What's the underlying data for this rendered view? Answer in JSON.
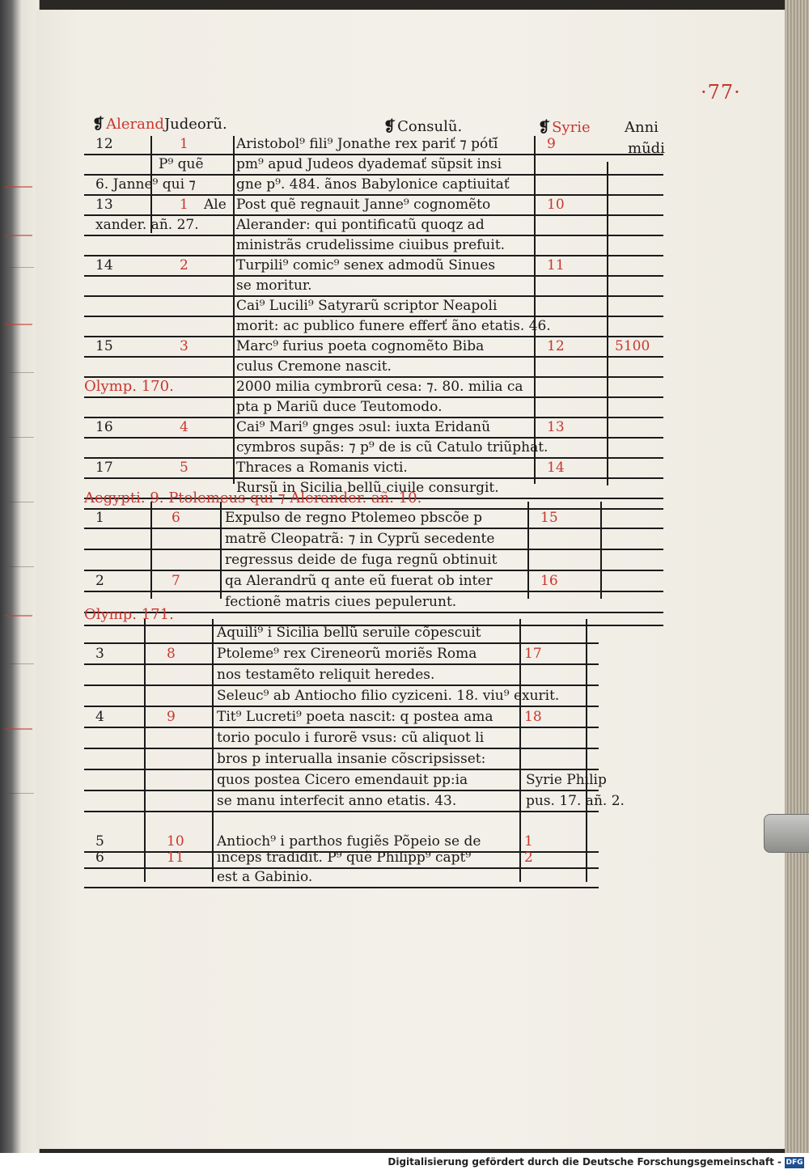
{
  "folio": "·77·",
  "header": {
    "col1": "Alerand",
    "col1b": "Judeorũ.",
    "col2": "Consulũ.",
    "col3": "Syrie",
    "col4a": "Anni",
    "col4b": "mũdi"
  },
  "rows": [
    {
      "a": "12",
      "b": "1",
      "text": "Aristobol⁹ fili⁹ Jonathe rex pariť ⁊ pótí̄",
      "c": "9",
      "d": ""
    },
    {
      "a": "",
      "b": "P⁹ quẽ",
      "text": "pm⁹ apud Judeos dyademať sũpsit insi",
      "c": "",
      "d": ""
    },
    {
      "a": "6. Janne⁹ qui ⁊",
      "b": "",
      "text": "gne p⁹. 484. ãnos Babylonice captiuitať",
      "c": "",
      "d": ""
    },
    {
      "a": "13",
      "b": "1",
      "b2": "Ale",
      "text": "Post quẽ regnauit Janne⁹ cognomẽto",
      "c": "10",
      "d": ""
    },
    {
      "a": "xander. añ. 27.",
      "b": "",
      "text": "Alerander: qui pontificatũ quoqz ad",
      "c": "",
      "d": ""
    },
    {
      "a": "",
      "b": "",
      "text": "ministrãs crudelissime ciuibus prefuit.",
      "c": "",
      "d": ""
    },
    {
      "a": "14",
      "b": "2",
      "text": "Turpili⁹ comic⁹ senex admodũ Sinues",
      "c": "11",
      "d": ""
    },
    {
      "a": "",
      "b": "",
      "text": "se moritur.",
      "c": "",
      "d": ""
    },
    {
      "a": "",
      "b": "",
      "text": "Cai⁹ Lucili⁹ Satyrarũ scriptor Neapoli",
      "c": "",
      "d": ""
    },
    {
      "a": "",
      "b": "",
      "text": "morit: ac publico funere efferť ãno etatis. 46.",
      "c": "",
      "d": ""
    },
    {
      "a": "15",
      "b": "3",
      "text": "Marc⁹ furius poeta cognomẽto Biba",
      "c": "12",
      "d": "5100"
    },
    {
      "a": "",
      "b": "",
      "text": "culus Cremone nascit.",
      "c": "",
      "d": ""
    },
    {
      "a": "Olymp. 170.",
      "b": "",
      "text": "2000 milia cymbrorũ cesa: ⁊. 80. milia ca",
      "c": "",
      "d": ""
    },
    {
      "a": "",
      "b": "",
      "text": "pta p Mariũ duce Teutomodo.",
      "c": "",
      "d": ""
    },
    {
      "a": "16",
      "b": "4",
      "text": "Cai⁹ Mari⁹ gnges ɔsul: iuxta Eridanũ",
      "c": "13",
      "d": ""
    },
    {
      "a": "",
      "b": "",
      "text": "cymbros supãs: ⁊ p⁹ de is cũ Catulo triũphat.",
      "c": "",
      "d": ""
    },
    {
      "a": "17",
      "b": "5",
      "text": "Thraces a Romanis victi.",
      "c": "14",
      "d": ""
    },
    {
      "a": "",
      "b": "",
      "text": "Rursũ in Sicilia bellũ ciuile consurgit.",
      "c": "",
      "d": ""
    },
    {
      "a": "Aegypti. 9. Ptolemeus qui ⁊ Alerander. añ. 10.",
      "b": "",
      "text": "",
      "c": "",
      "d": ""
    },
    {
      "a": "1",
      "b": "6",
      "text": "Expulso de regno Ptolemeo pbscõe p",
      "c": "15",
      "d": ""
    },
    {
      "a": "",
      "b": "",
      "text": "matrẽ Cleopatrã: ⁊ in Cyprũ secedente",
      "c": "",
      "d": ""
    },
    {
      "a": "",
      "b": "",
      "text": "regressus deide de fuga regnũ obtinuit",
      "c": "",
      "d": ""
    },
    {
      "a": "2",
      "b": "7",
      "text": "qa Alerandrũ q ante eũ fuerat ob inter",
      "c": "16",
      "d": ""
    },
    {
      "a": "",
      "b": "",
      "text": "fectionẽ matris ciues pepulerunt.",
      "c": "",
      "d": ""
    },
    {
      "a": "Olymp. 171.",
      "b": "",
      "text": "",
      "c": "",
      "d": ""
    },
    {
      "a": "",
      "b": "",
      "text": "Aquili⁹ i Sicilia bellũ seruile cõpescuit",
      "c": "",
      "d": ""
    },
    {
      "a": "3",
      "b": "8",
      "text": "Ptoleme⁹ rex Cireneorũ moriẽs Roma",
      "c": "17",
      "d": ""
    },
    {
      "a": "",
      "b": "",
      "text": "nos testamẽto reliquit heredes.",
      "c": "",
      "d": ""
    },
    {
      "a": "",
      "b": "",
      "text": "Seleuc⁹ ab Antiocho filio cyziceni. 18. viu⁹ exurit.",
      "c": "",
      "d": ""
    },
    {
      "a": "4",
      "b": "9",
      "text": "Tit⁹ Lucreti⁹ poeta nascit: q postea ama",
      "c": "18",
      "d": ""
    },
    {
      "a": "",
      "b": "",
      "text": "torio poculo i furorẽ vsus: cũ aliquot li",
      "c": "",
      "d": ""
    },
    {
      "a": "",
      "b": "",
      "text": "bros p interualla insanie cõscripsisset:",
      "c": "",
      "d": ""
    },
    {
      "a": "",
      "b": "",
      "text": "quos postea Cicero emendauit pp:ia",
      "c": "Syrie Philip",
      "d": ""
    },
    {
      "a": "",
      "b": "",
      "text": "se manu interfecit anno etatis. 43.",
      "c": "pus. 17. añ. 2.",
      "d": ""
    },
    {
      "a": "5",
      "b": "10",
      "text": "Antioch⁹ i parthos fugiẽs Põpeio se de",
      "c": "1",
      "d": ""
    },
    {
      "a": "6",
      "b": "11",
      "text": "inceps tradidit. P⁹ quẽ Philipp⁹ capt⁹",
      "c": "2",
      "d": ""
    },
    {
      "a": "",
      "b": "",
      "text": "est a Gabinio.",
      "c": "",
      "d": ""
    }
  ],
  "footer": {
    "credit": "Digitalisierung gefördert durch die Deutsche Forschungsgemeinschaft -",
    "logo": "DFG"
  }
}
